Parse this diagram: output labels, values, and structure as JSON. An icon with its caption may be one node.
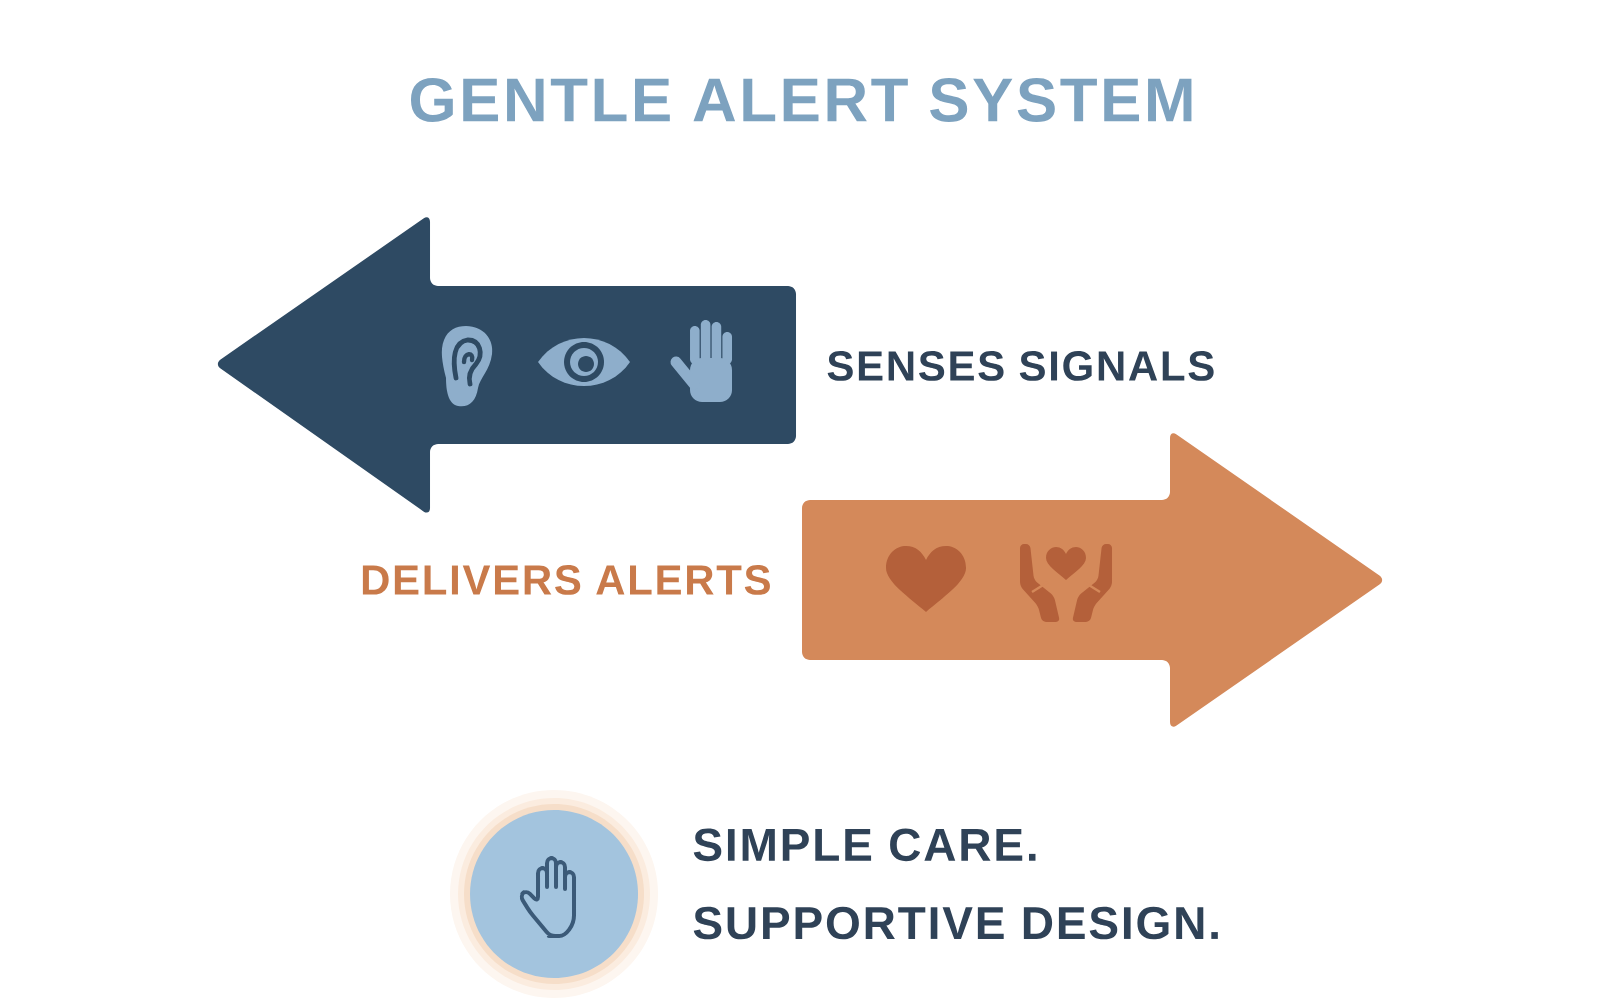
{
  "diagram": {
    "title": "GENTLE ALERT SYSTEM",
    "nodes": [
      {
        "text": [],
        "shape": "arrow",
        "beside": [
          "SENSES SIGNALS"
        ]
      },
      {
        "text": [],
        "shape": "arrow",
        "beside": [
          "DELIVERS ALERTS"
        ]
      },
      {
        "text": [],
        "shape": "circle",
        "beside": [
          "SIMPLE CARE. SUPPORTIVE DESIGN."
        ]
      }
    ]
  }
}
